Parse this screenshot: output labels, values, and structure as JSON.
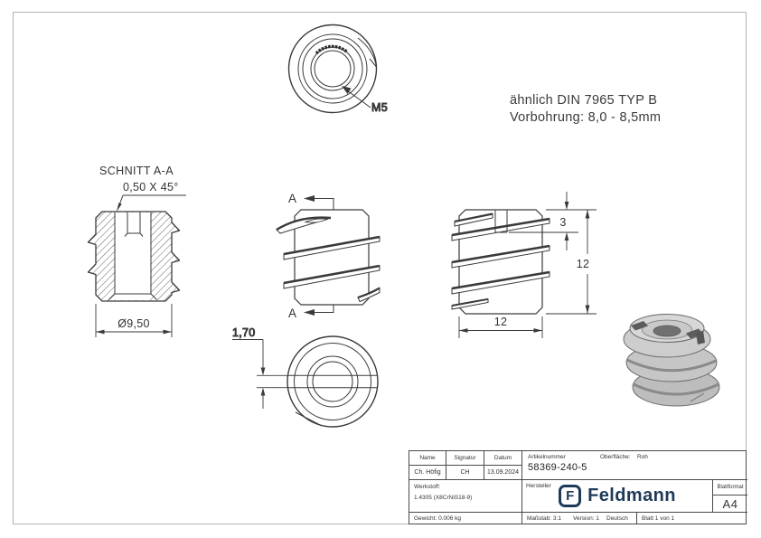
{
  "notes": {
    "similar_din": "ähnlich DIN 7965 TYP B",
    "pilot_hole": "Vorbohrung: 8,0 - 8,5mm",
    "section_title": "SCHNITT A-A"
  },
  "dims": {
    "thread": "M5",
    "chamfer": "0,50 X 45°",
    "outer_diameter": "Ø9,50",
    "slot_width": "1,70",
    "slot_depth": "3",
    "height": "12",
    "width": "12",
    "section_marker": "A"
  },
  "title_block": {
    "name_label": "Name",
    "signature_label": "Signatur",
    "date_label": "Datum",
    "name_value": "Ch. Höfig",
    "signature_value": "CH",
    "date_value": "13.09.2024",
    "article_number_label": "Artikelnummer",
    "article_number_value": "58369-240-5",
    "surface_label": "Oberfläche:",
    "surface_value": "Roh",
    "material_label": "Werkstoff:",
    "material_value": "1.4305 (X8CrNiS18-9)",
    "manufacturer_label": "Hersteller",
    "logo_letter": "F",
    "logo_text": "Feldmann",
    "sheet_format_label": "Blattformat",
    "sheet_format_value": "A4",
    "weight": "Gewicht: 0.006 kg",
    "scale": "Maßstab: 3:1",
    "version": "Version: 1",
    "language": "Deutsch",
    "sheet": "Blatt 1 von 1"
  },
  "colors": {
    "line": "#3a3a3a",
    "logo_blue": "#1e3a58",
    "frame_gray": "#b3b3b3"
  }
}
